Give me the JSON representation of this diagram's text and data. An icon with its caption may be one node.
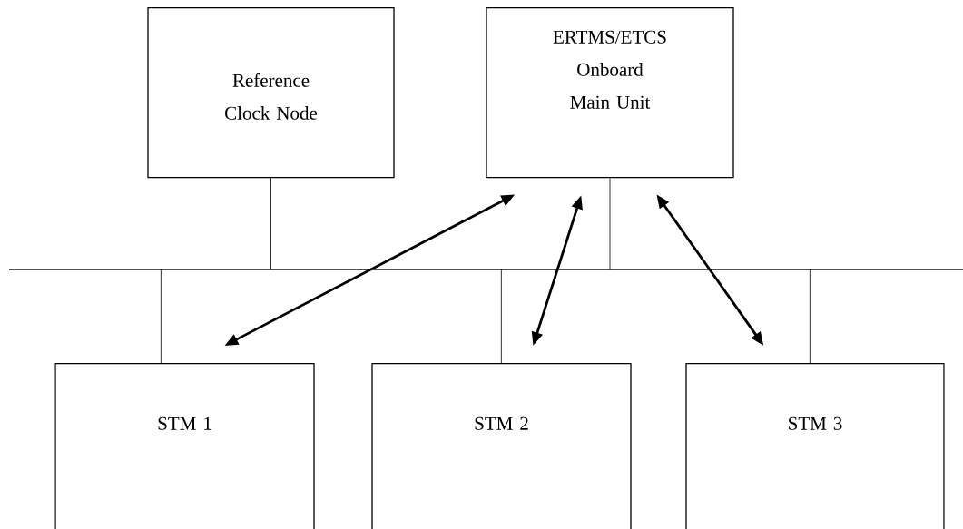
{
  "diagram": {
    "nodes": [
      {
        "text": [
          "Reference Clock Node"
        ]
      },
      {
        "text": [
          "ERTMS/ETCS Onboard Main Unit"
        ]
      },
      {
        "text": [],
        "shape": "bar"
      },
      {
        "text": [
          "STM 1"
        ]
      },
      {
        "text": [
          "STM 2"
        ]
      },
      {
        "text": [
          "STM 3"
        ]
      }
    ],
    "edges": [
      {
        "from": 0,
        "to": 2,
        "arrow": "none"
      },
      {
        "from": 1,
        "to": 2,
        "arrow": "none"
      },
      {
        "from": 2,
        "to": 3,
        "arrow": "none"
      },
      {
        "from": 2,
        "to": 4,
        "arrow": "none"
      },
      {
        "from": 2,
        "to": 5,
        "arrow": "none"
      },
      {
        "from": 1,
        "to": 3,
        "arrow": "both",
        "style": "thick"
      },
      {
        "from": 1,
        "to": 4,
        "arrow": "both",
        "style": "thick"
      },
      {
        "from": 1,
        "to": 5,
        "arrow": "both",
        "style": "thick"
      }
    ]
  }
}
